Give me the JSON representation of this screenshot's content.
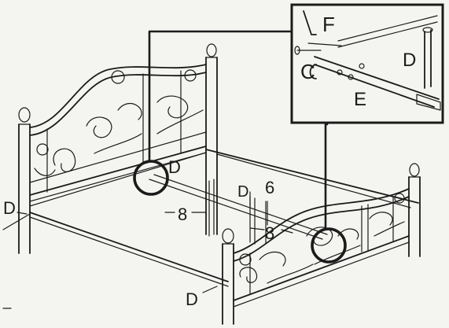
{
  "labels": {
    "detail_fastener_f": "F",
    "detail_cap_c": "C",
    "detail_rail_d": "D",
    "detail_rail_e": "E",
    "headboard_joint_d": "D",
    "left_corner_d": "D",
    "front_corner_d": "D",
    "center_joint_d": "D",
    "center_slat_6": "6",
    "center_slat_8": "8",
    "rear_slat_8": "8"
  }
}
